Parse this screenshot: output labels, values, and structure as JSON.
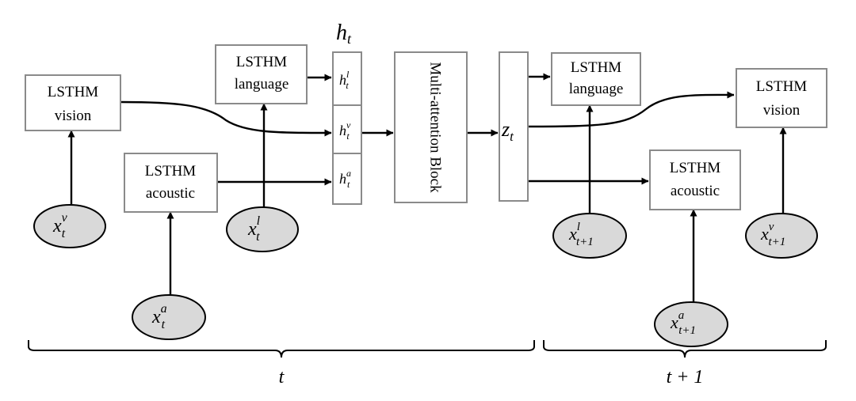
{
  "colors": {
    "box_border": "#8a8a8a",
    "oval_fill": "#d9d9d9",
    "line": "#000000"
  },
  "boxes": {
    "vision_t": {
      "line1": "LSTHM",
      "line2": "vision"
    },
    "acoustic_t": {
      "line1": "LSTHM",
      "line2": "acoustic"
    },
    "language_t": {
      "line1": "LSTHM",
      "line2": "language"
    },
    "language_t1": {
      "line1": "LSTHM",
      "line2": "language"
    },
    "vision_t1": {
      "line1": "LSTHM",
      "line2": "vision"
    },
    "acoustic_t1": {
      "line1": "LSTHM",
      "line2": "acoustic"
    }
  },
  "hidden": {
    "label_base": "h",
    "label_sub": "t",
    "cells": [
      {
        "base": "h",
        "sup": "l",
        "sub": "t"
      },
      {
        "base": "h",
        "sup": "v",
        "sub": "t"
      },
      {
        "base": "h",
        "sup": "a",
        "sub": "t"
      }
    ]
  },
  "attention": {
    "label": "Multi-attention Block"
  },
  "z": {
    "base": "z",
    "sub": "t"
  },
  "inputs": {
    "v_t": {
      "base": "x",
      "sup": "v",
      "sub": "t"
    },
    "a_t": {
      "base": "x",
      "sup": "a",
      "sub": "t"
    },
    "l_t": {
      "base": "x",
      "sup": "l",
      "sub": "t"
    },
    "l_t1": {
      "base": "x",
      "sup": "l",
      "sub": "t+1"
    },
    "a_t1": {
      "base": "x",
      "sup": "a",
      "sub": "t+1"
    },
    "v_t1": {
      "base": "x",
      "sup": "v",
      "sub": "t+1"
    }
  },
  "braces": {
    "t": {
      "label": "t"
    },
    "t1": {
      "label": "t + 1"
    }
  }
}
